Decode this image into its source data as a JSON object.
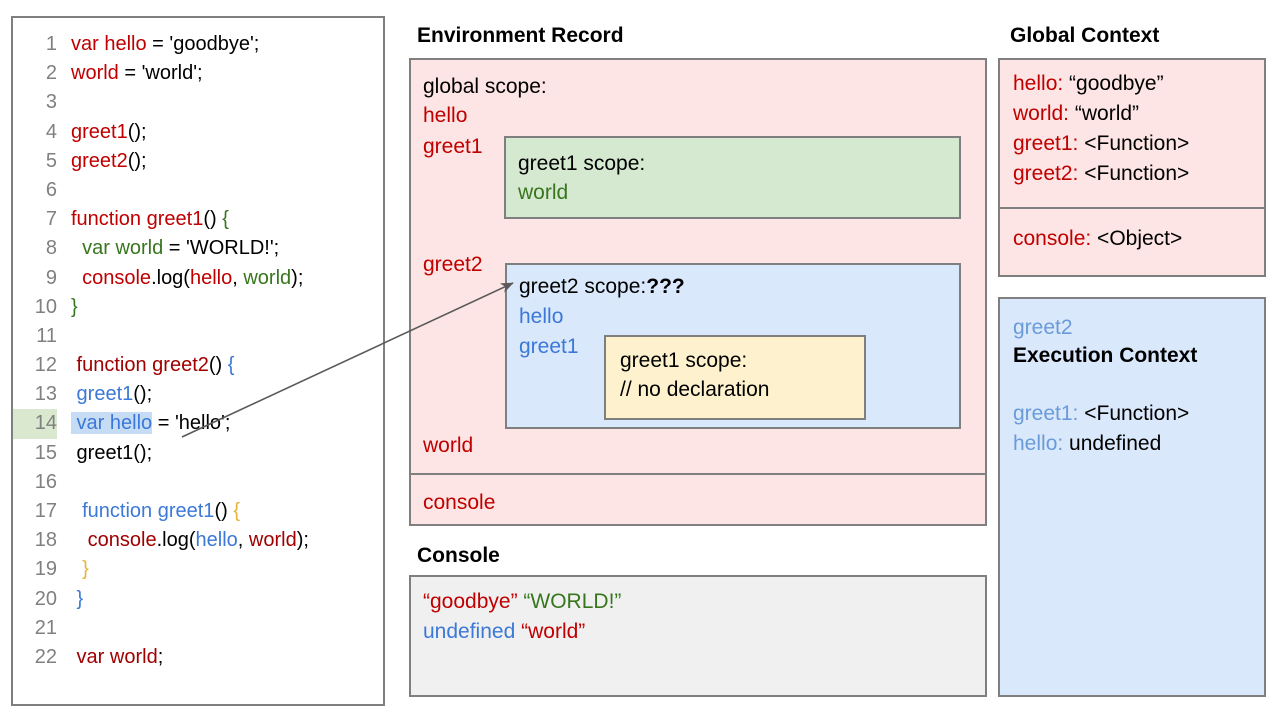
{
  "code": {
    "lines": [
      {
        "num": "1",
        "tokens": [
          {
            "t": "var hello",
            "c": "red"
          },
          {
            "t": " = 'goodbye';",
            "c": "black"
          }
        ]
      },
      {
        "num": "2",
        "tokens": [
          {
            "t": "world",
            "c": "red"
          },
          {
            "t": " = 'world';",
            "c": "black"
          }
        ]
      },
      {
        "num": "3",
        "tokens": []
      },
      {
        "num": "4",
        "tokens": [
          {
            "t": "greet1",
            "c": "red"
          },
          {
            "t": "();",
            "c": "black"
          }
        ]
      },
      {
        "num": "5",
        "tokens": [
          {
            "t": "greet2",
            "c": "red"
          },
          {
            "t": "();",
            "c": "black"
          }
        ]
      },
      {
        "num": "6",
        "tokens": []
      },
      {
        "num": "7",
        "tokens": [
          {
            "t": "function greet1",
            "c": "red"
          },
          {
            "t": "() ",
            "c": "black"
          },
          {
            "t": "{",
            "c": "green"
          }
        ]
      },
      {
        "num": "8",
        "tokens": [
          {
            "t": "  var world",
            "c": "green"
          },
          {
            "t": " = 'WORLD!';",
            "c": "black"
          }
        ]
      },
      {
        "num": "9",
        "tokens": [
          {
            "t": "  console",
            "c": "red"
          },
          {
            "t": ".log(",
            "c": "black"
          },
          {
            "t": "hello",
            "c": "red"
          },
          {
            "t": ", ",
            "c": "black"
          },
          {
            "t": "world",
            "c": "green"
          },
          {
            "t": ");",
            "c": "black"
          }
        ]
      },
      {
        "num": "10",
        "tokens": [
          {
            "t": "}",
            "c": "green"
          }
        ]
      },
      {
        "num": "11",
        "tokens": []
      },
      {
        "num": "12",
        "tokens": [
          {
            "t": " function greet2",
            "c": "dred"
          },
          {
            "t": "() ",
            "c": "black"
          },
          {
            "t": "{",
            "c": "blue"
          }
        ]
      },
      {
        "num": "13",
        "tokens": [
          {
            "t": " greet1",
            "c": "blue"
          },
          {
            "t": "();",
            "c": "black"
          }
        ]
      },
      {
        "num": "14",
        "tokens": [
          {
            "t": " var hello",
            "c": "blue",
            "sel": true
          },
          {
            "t": " = 'hello';",
            "c": "black"
          }
        ],
        "line_highlight": true
      },
      {
        "num": "15",
        "tokens": [
          {
            "t": " greet1();",
            "c": "black"
          }
        ]
      },
      {
        "num": "16",
        "tokens": []
      },
      {
        "num": "17",
        "tokens": [
          {
            "t": "  function greet1",
            "c": "blue"
          },
          {
            "t": "() ",
            "c": "black"
          },
          {
            "t": "{",
            "c": "gold"
          }
        ]
      },
      {
        "num": "18",
        "tokens": [
          {
            "t": "   console",
            "c": "dred"
          },
          {
            "t": ".log(",
            "c": "black"
          },
          {
            "t": "hello",
            "c": "blue"
          },
          {
            "t": ", ",
            "c": "black"
          },
          {
            "t": "world",
            "c": "dred"
          },
          {
            "t": ");",
            "c": "black"
          }
        ]
      },
      {
        "num": "19",
        "tokens": [
          {
            "t": "  }",
            "c": "gold"
          }
        ]
      },
      {
        "num": "20",
        "tokens": [
          {
            "t": " }",
            "c": "blue"
          }
        ]
      },
      {
        "num": "21",
        "tokens": []
      },
      {
        "num": "22",
        "tokens": [
          {
            "t": " var world",
            "c": "dred"
          },
          {
            "t": ";",
            "c": "black"
          }
        ]
      }
    ]
  },
  "environment_record": {
    "title": "Environment Record",
    "global_scope_label": "global scope:",
    "bindings": [
      "hello",
      "greet1",
      "greet2",
      "world"
    ],
    "console_binding": "console",
    "greet1_scope": {
      "label": "greet1 scope:",
      "vars": [
        "world"
      ]
    },
    "greet2_scope": {
      "label": "greet2 scope:",
      "annotation": "???",
      "vars": [
        "hello",
        "greet1"
      ],
      "nested_greet1_scope": {
        "label": "greet1 scope:",
        "comment": "// no declaration"
      }
    }
  },
  "console": {
    "title": "Console",
    "lines": [
      [
        {
          "t": "“goodbye”",
          "c": "#c00000"
        },
        {
          "t": " ",
          "c": "#000000"
        },
        {
          "t": "“WORLD!”",
          "c": "#38761d"
        }
      ],
      [
        {
          "t": "undefined",
          "c": "#3c78d8"
        },
        {
          "t": " ",
          "c": "#000000"
        },
        {
          "t": "“world”",
          "c": "#c00000"
        }
      ]
    ]
  },
  "global_context": {
    "title": "Global Context",
    "entries": [
      {
        "key": "hello:",
        "value": " “goodbye”"
      },
      {
        "key": "world:",
        "value": " “world”"
      },
      {
        "key": "greet1:",
        "value": " <Function>"
      },
      {
        "key": "greet2:",
        "value": " <Function>"
      }
    ],
    "console_entry": {
      "key": "console:",
      "value": " <Object>"
    }
  },
  "execution_context": {
    "name": "greet2",
    "title": "Execution Context",
    "entries": [
      {
        "key": "greet1:",
        "value": " <Function>"
      },
      {
        "key": "hello:",
        "value": " undefined"
      }
    ]
  },
  "colors": {
    "red": "#c00000",
    "dark_red": "#a00000",
    "green": "#38761d",
    "blue": "#3c78d8",
    "gold": "#e8b33c",
    "gray": "#808080",
    "pink_bg": "#fce5e4",
    "green_bg": "#d5e8d0",
    "blue_bg": "#dae8fc",
    "yellow_bg": "#fdf2cd",
    "console_bg": "#f0f0f0",
    "line_highlight": "#d9e8cf",
    "selection": "#c5dcf4",
    "border": "#7f7f7f"
  }
}
